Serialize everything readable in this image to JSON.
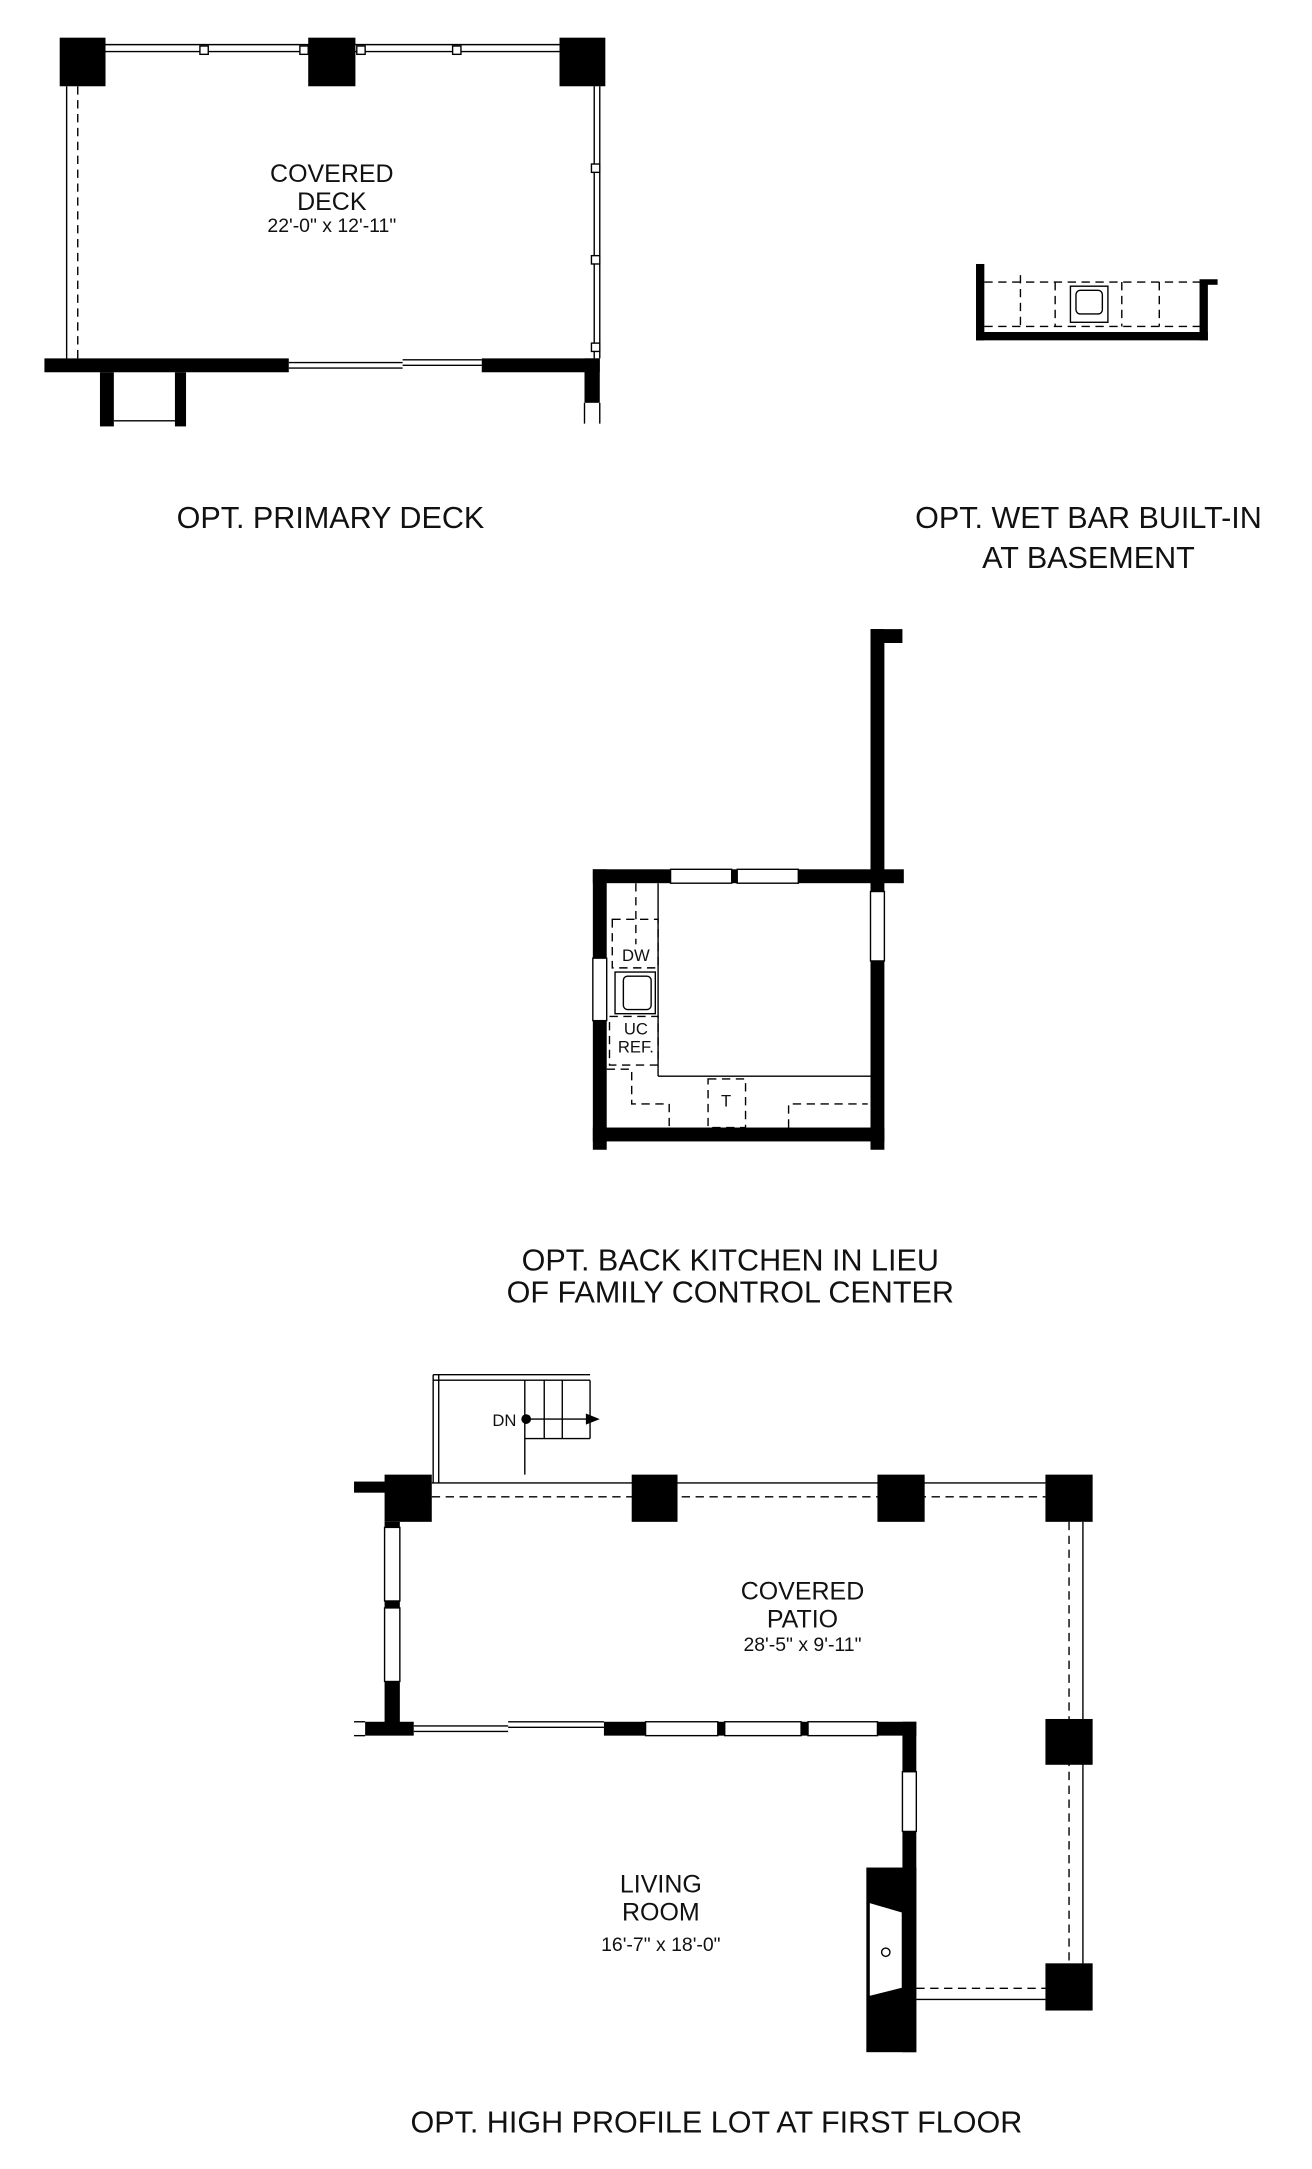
{
  "primary_deck": {
    "caption": "OPT. PRIMARY DECK",
    "room_name_line1": "COVERED",
    "room_name_line2": "DECK",
    "dimensions": "22'-0\" x 12'-11\""
  },
  "wet_bar": {
    "caption_line1": "OPT. WET BAR BUILT-IN",
    "caption_line2": "AT BASEMENT"
  },
  "back_kitchen": {
    "caption_line1": "OPT. BACK KITCHEN IN LIEU",
    "caption_line2": "OF FAMILY CONTROL CENTER",
    "dw_label": "DW",
    "ucref_line1": "UC",
    "ucref_line2": "REF.",
    "t_label": "T"
  },
  "high_profile_lot": {
    "caption": "OPT. HIGH PROFILE LOT AT FIRST FLOOR",
    "stair_label": "DN",
    "patio_line1": "COVERED",
    "patio_line2": "PATIO",
    "patio_dimensions": "28'-5\" x 9'-11\"",
    "living_line1": "LIVING",
    "living_line2": "ROOM",
    "living_dimensions": "16'-7\" x 18'-0\""
  }
}
